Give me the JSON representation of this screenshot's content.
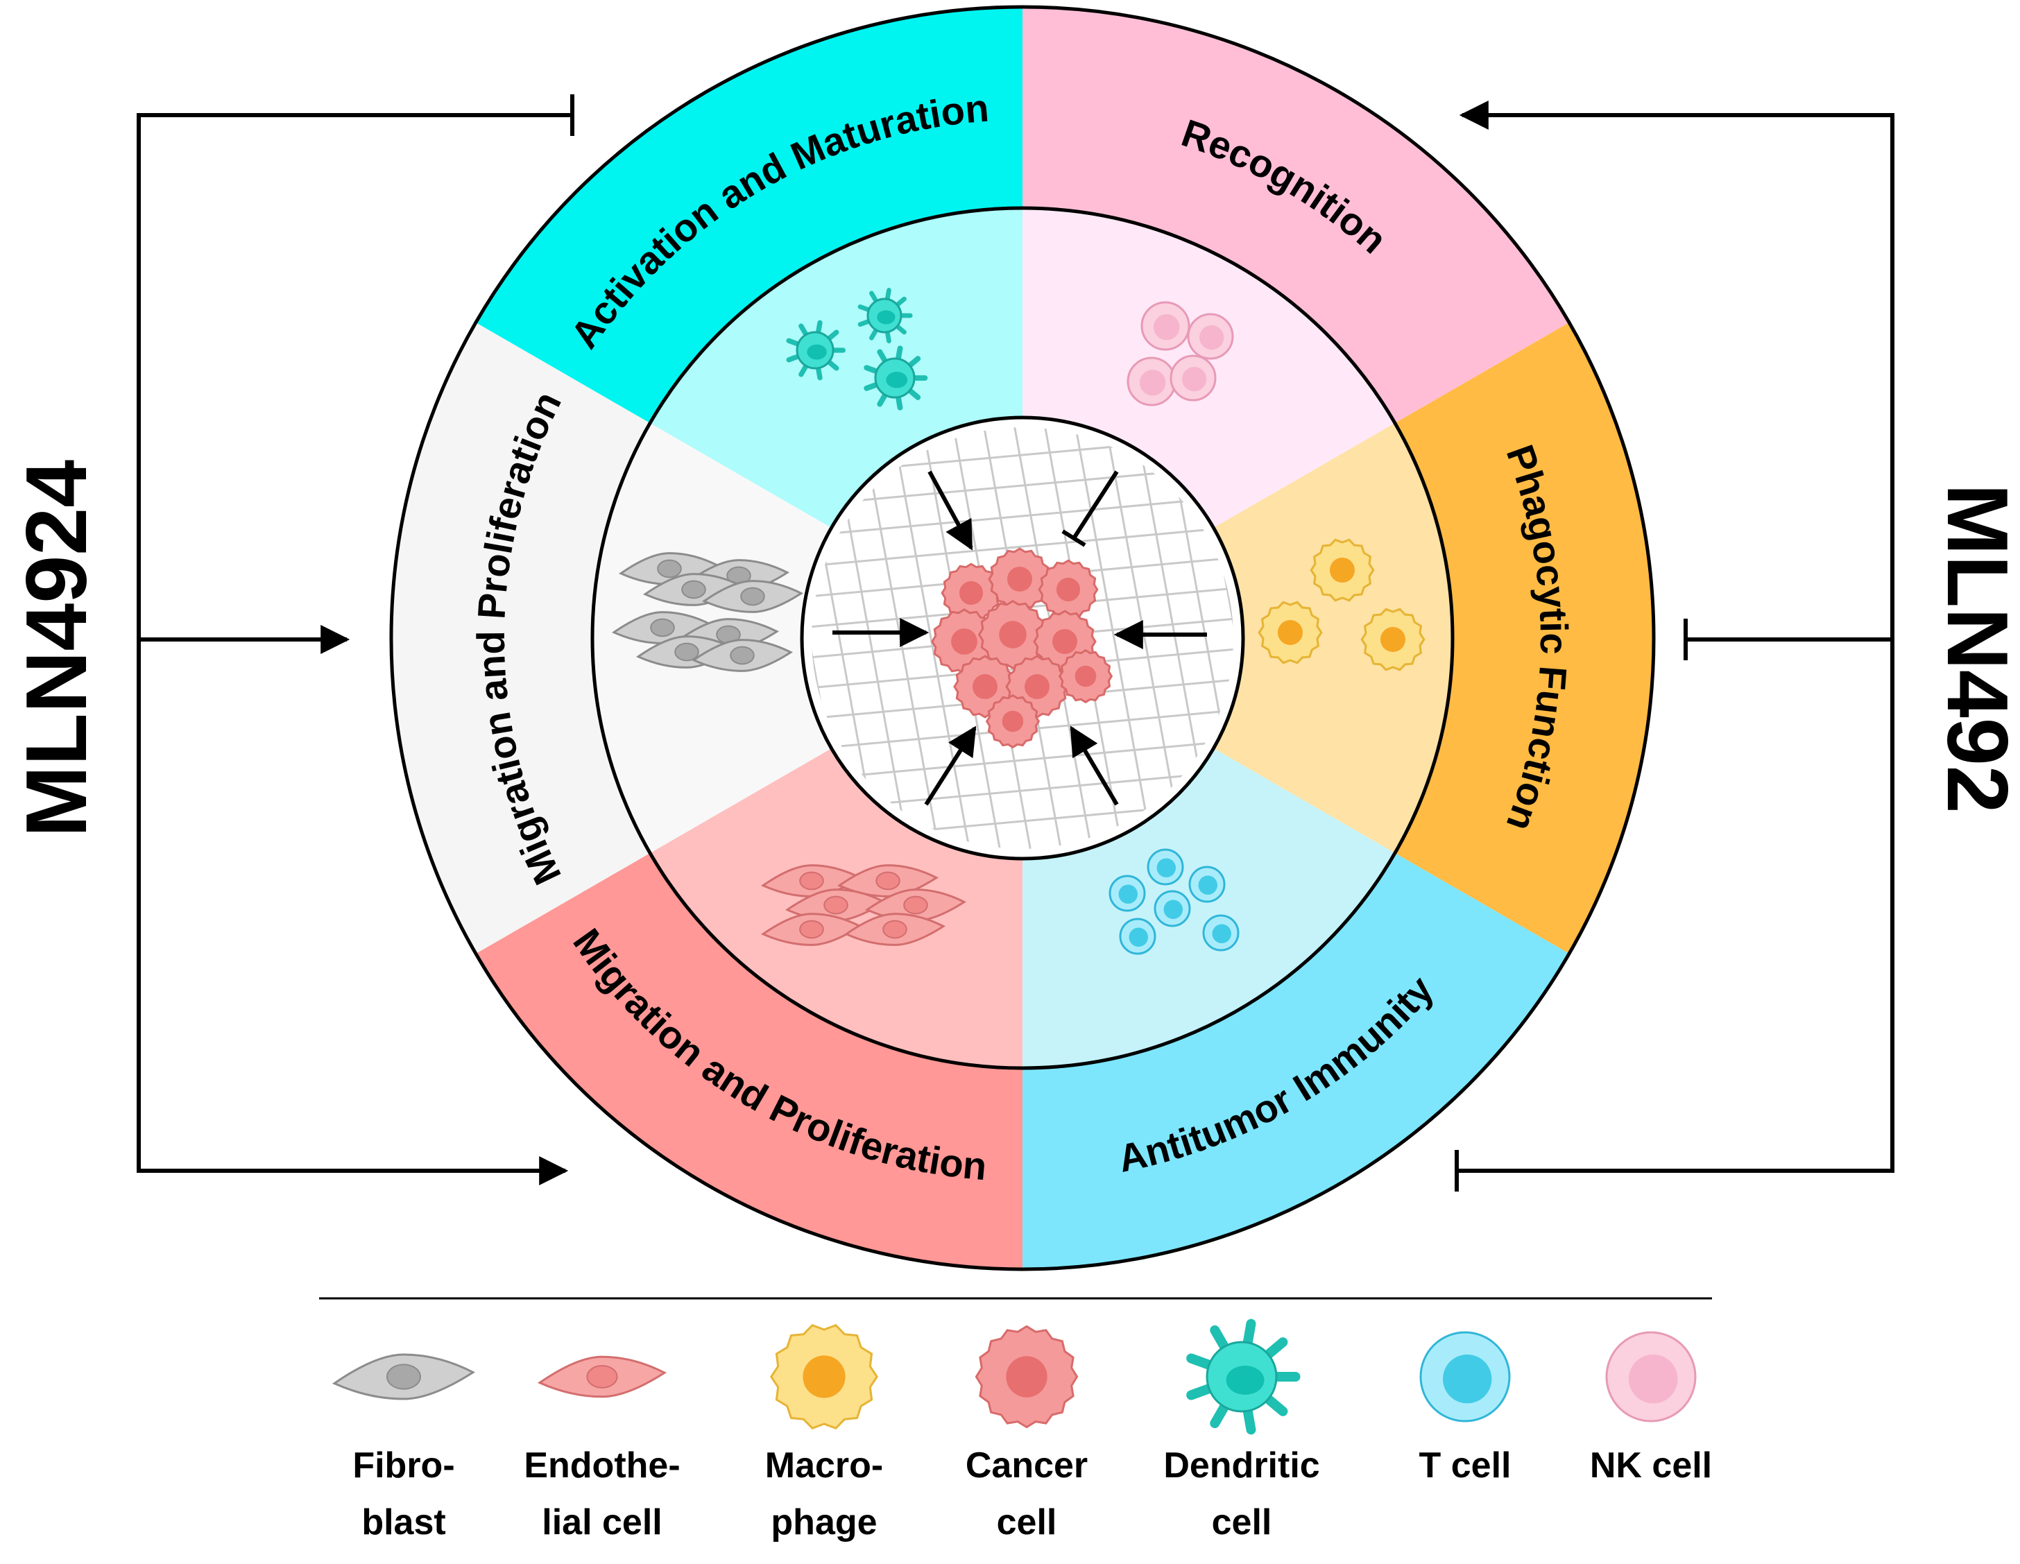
{
  "labels": {
    "left_drug": "MLN4924",
    "right_drug": "MLN492"
  },
  "ring_labels": {
    "dendritic": "Activation and Maturation",
    "nk": "Recognition",
    "macrophage": "Phagocytic Function",
    "tcell": "Antitumor Immunity",
    "endothelial": "Migration and Proliferation",
    "fibroblast": "Migration and Proliferation"
  },
  "legend": [
    {
      "key": "fibroblast",
      "line1": "Fibro-",
      "line2": "blast"
    },
    {
      "key": "endothelial",
      "line1": "Endothe-",
      "line2": "lial cell"
    },
    {
      "key": "macrophage",
      "line1": "Macro-",
      "line2": "phage"
    },
    {
      "key": "cancer",
      "line1": "Cancer",
      "line2": "cell"
    },
    {
      "key": "dendritic",
      "line1": "Dendritic",
      "line2": "cell"
    },
    {
      "key": "tcell",
      "line1": "T cell",
      "line2": ""
    },
    {
      "key": "nk",
      "line1": "NK cell",
      "line2": ""
    }
  ],
  "colors": {
    "dendritic_outer": "#00f5f0",
    "dendritic_inner": "#aefcfb",
    "nk_outer": "#ffbed6",
    "nk_inner": "#ffe9f8",
    "macrophage_outer": "#ffbb44",
    "macrophage_inner": "#fee2a6",
    "tcell_outer": "#7de6fd",
    "tcell_inner": "#c6f3fa",
    "endothelial_outer": "#ff9896",
    "endothelial_inner": "#ffbfbf",
    "fibroblast_outer": "#f5f5f5",
    "fibroblast_inner": "#f8f8f8"
  }
}
